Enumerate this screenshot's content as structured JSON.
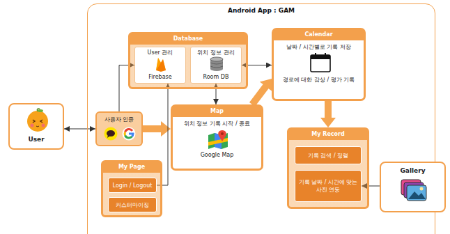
{
  "diagram": {
    "nodes": [
      {
        "text": [
          "Android App : GAM"
        ]
      },
      {
        "text": [
          "Database"
        ],
        "in": 0
      },
      {
        "text": [
          "User 관리",
          "Firebase"
        ],
        "in": 1
      },
      {
        "text": [
          "위치 정보 관리",
          "Room DB"
        ],
        "in": 1
      },
      {
        "text": [
          "Calendar",
          "날짜 / 시간별로 기록 저장",
          "경로에 대한 감상 / 평가 기록"
        ],
        "in": 0
      },
      {
        "text": [
          "User"
        ]
      },
      {
        "text": [
          "사용자 인증"
        ],
        "in": 0
      },
      {
        "text": [
          "Map",
          "위치 정보 기록 시작 / 종료",
          "Google Map"
        ],
        "in": 0
      },
      {
        "text": [
          "My Record"
        ],
        "in": 0
      },
      {
        "text": [
          "기록 검색 / 정렬"
        ],
        "in": 8
      },
      {
        "text": [
          "기록 날짜 / 시간에 맞는 사진 연동"
        ],
        "in": 8
      },
      {
        "text": [
          "Gallery"
        ]
      },
      {
        "text": [
          "My Page"
        ],
        "in": 0
      },
      {
        "text": [
          "Login / Logout"
        ],
        "in": 12
      },
      {
        "text": [
          "커스터마이징"
        ],
        "in": 12
      }
    ],
    "edges": [
      {
        "from": 5,
        "to": 6,
        "arrow": "both"
      },
      {
        "from": 6,
        "to": 7,
        "arrow": "to"
      },
      {
        "from": 6,
        "to": 2,
        "arrow": "to"
      },
      {
        "from": 13,
        "to": 2,
        "arrow": "to"
      },
      {
        "from": 7,
        "to": 3,
        "arrow": "both"
      },
      {
        "from": 4,
        "to": 3,
        "arrow": "both"
      },
      {
        "from": 7,
        "to": 4,
        "arrow": "to"
      },
      {
        "from": 4,
        "to": 8,
        "arrow": "to"
      },
      {
        "from": 11,
        "to": 10,
        "arrow": "to"
      }
    ]
  }
}
